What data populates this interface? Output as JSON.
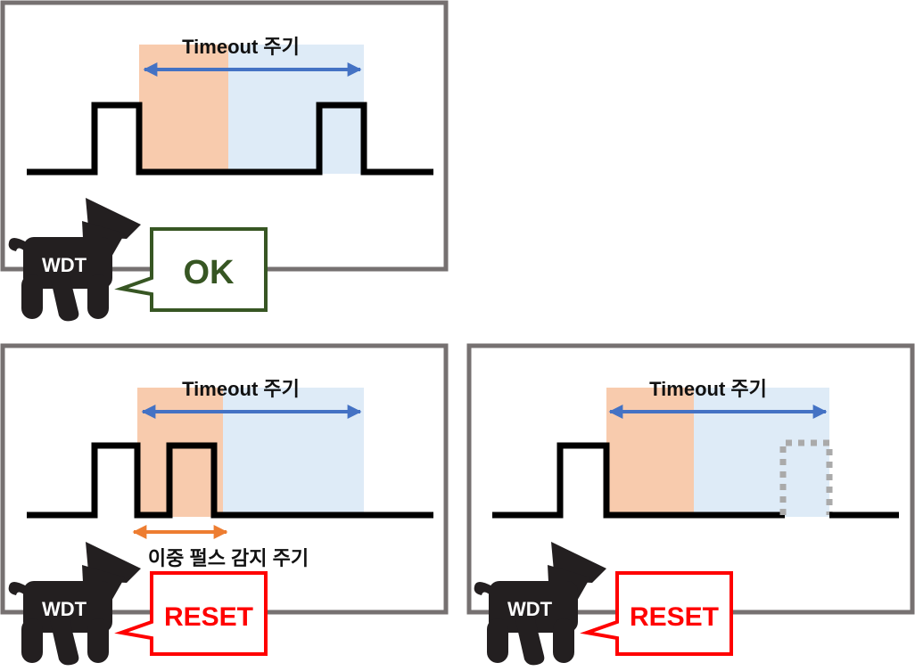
{
  "panels": [
    {
      "id": "ok",
      "timeout_label": "Timeout 주기",
      "dog_label": "WDT",
      "bubble_text": "OK",
      "bubble_color": "#375623"
    },
    {
      "id": "double-pulse",
      "timeout_label": "Timeout 주기",
      "dual_pulse_label": "이중 펄스 감지 주기",
      "dog_label": "WDT",
      "bubble_text": "RESET",
      "bubble_color": "#ff0000"
    },
    {
      "id": "missed-pulse",
      "timeout_label": "Timeout 주기",
      "dog_label": "WDT",
      "bubble_text": "RESET",
      "bubble_color": "#ff0000"
    }
  ],
  "colors": {
    "frame": "#767171",
    "signal": "#000000",
    "window_early": "#f8cbad",
    "window_valid": "#deebf7",
    "timeout_arrow": "#4472c4",
    "dual_arrow": "#ed7d31",
    "missing_pulse": "#aaaaaa",
    "dog": "#231f20"
  }
}
